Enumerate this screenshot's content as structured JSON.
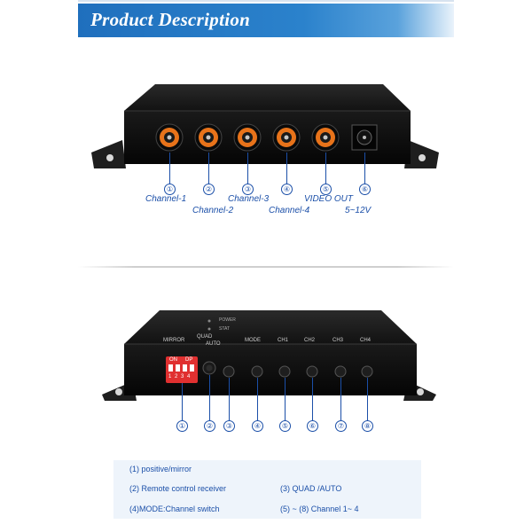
{
  "header": {
    "title": "Product Description"
  },
  "front_panel": {
    "markers": [
      "①",
      "②",
      "③",
      "④",
      "⑤",
      "⑥"
    ],
    "labels": {
      "ch1": "Channel-1",
      "ch2": "Channel-2",
      "ch3": "Channel-3",
      "ch4": "Channel-4",
      "video_out": "VIDEO OUT",
      "power": "5~12V"
    }
  },
  "rear_panel": {
    "silk": {
      "mirror": "MIRROR",
      "quad": "QUAD",
      "auto": "AUTO",
      "mode": "MODE",
      "ch1": "CH1",
      "ch2": "CH2",
      "ch3": "CH3",
      "ch4": "CH4",
      "power": "POWER",
      "stat": "STAT",
      "dip_on": "ON",
      "dip_dp": "DP",
      "dip_nums": "1 2 3 4"
    },
    "markers": [
      "①",
      "②",
      "③",
      "④",
      "⑤",
      "⑥",
      "⑦",
      "⑧"
    ]
  },
  "legend": {
    "item1": "(1) positive/mirror",
    "item2": "(2) Remote control receiver",
    "item3": "(3) QUAD /AUTO",
    "item4": "(4)MODE:Channel switch",
    "item5": "(5) ~ (8) Channel 1~ 4"
  },
  "colors": {
    "accent": "#1f6fbd",
    "label_blue": "#1b4fa8",
    "rca_orange": "#e8731a",
    "dip_red": "#e03030"
  }
}
